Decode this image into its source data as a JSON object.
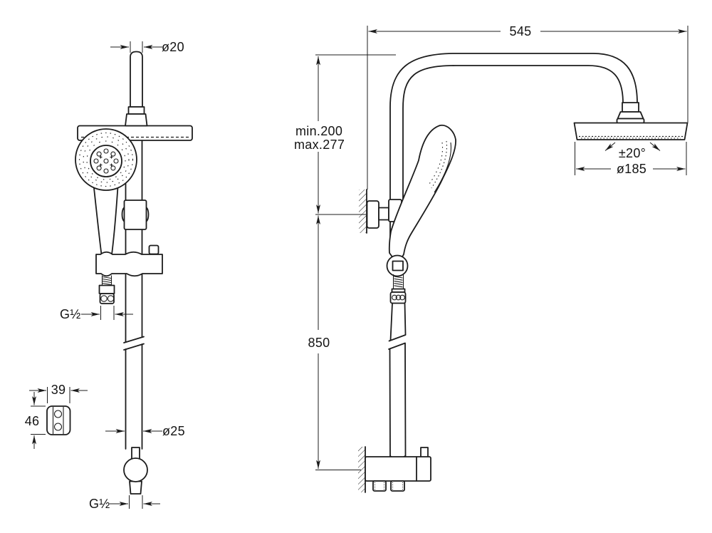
{
  "drawing": {
    "colors": {
      "background": "#ffffff",
      "line": "#1c1c1c",
      "text": "#141414"
    },
    "dimensions": {
      "rod_diameter": "ø20",
      "overhead_arm_width": "545",
      "clearance_min": "min.200",
      "clearance_max": "max.277",
      "head_tilt_range": "±20°",
      "head_diameter": "ø185",
      "riser_height": "850",
      "pole_diameter": "ø25",
      "hose_thread": "G½",
      "inlet_thread": "G½",
      "wall_bracket_width": "39",
      "wall_bracket_height": "46"
    }
  }
}
